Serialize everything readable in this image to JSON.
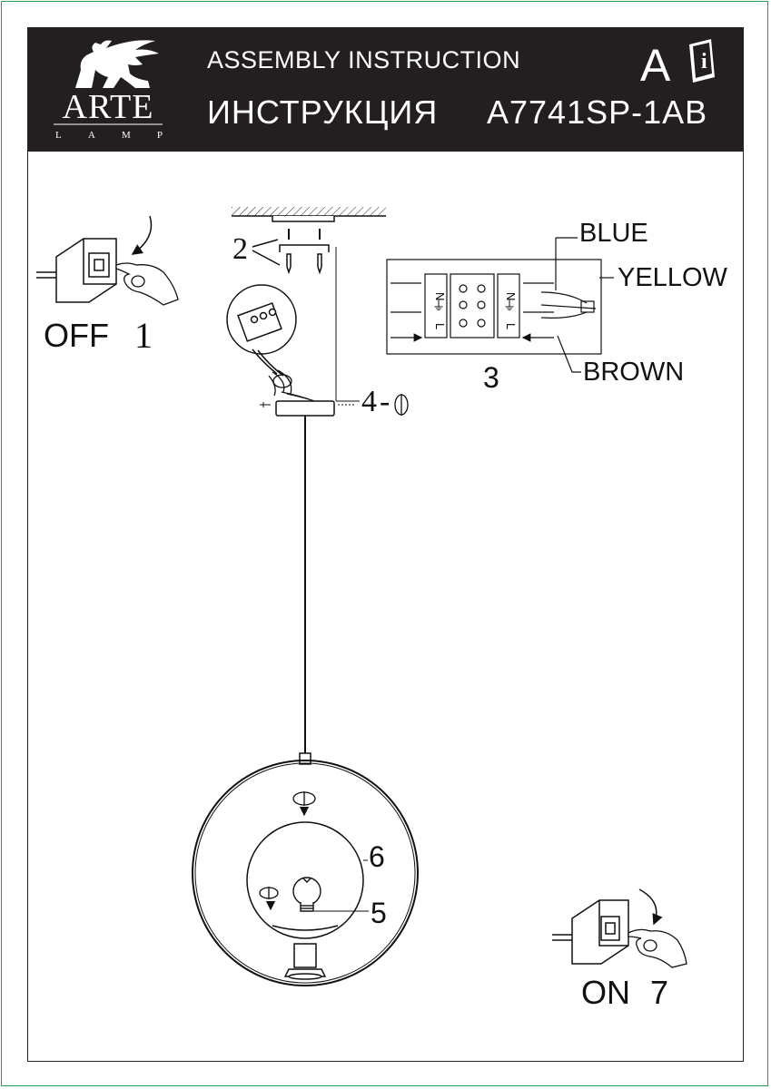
{
  "header": {
    "brand_name": "ARTE",
    "brand_sub": [
      "L",
      "A",
      "M",
      "P"
    ],
    "title_en": "ASSEMBLY INSTRUCTION",
    "title_ru": "ИНСТРУКЦИЯ",
    "model": "A7741SP-1AB",
    "lang_letter": "A",
    "info_icon_glyph": "i"
  },
  "steps": {
    "off_label": "OFF",
    "step1": "1",
    "step2": "2",
    "step3": "3",
    "step4": "4",
    "step5": "5",
    "step6": "6",
    "on_label": "ON",
    "step7": "7"
  },
  "wiring": {
    "blue": "BLUE",
    "yellow": "YELLOW",
    "brown": "BROWN",
    "terminal_marks": [
      "N",
      "⏚",
      "L"
    ]
  },
  "colors": {
    "header_bg": "#231f20",
    "frame_green": "#2e9e4a",
    "ink": "#111111"
  },
  "icons": [
    "lion-griffin-logo",
    "info-book-icon",
    "light-switch-icon",
    "hand-icon",
    "rotate-icon",
    "bulb-icon"
  ]
}
